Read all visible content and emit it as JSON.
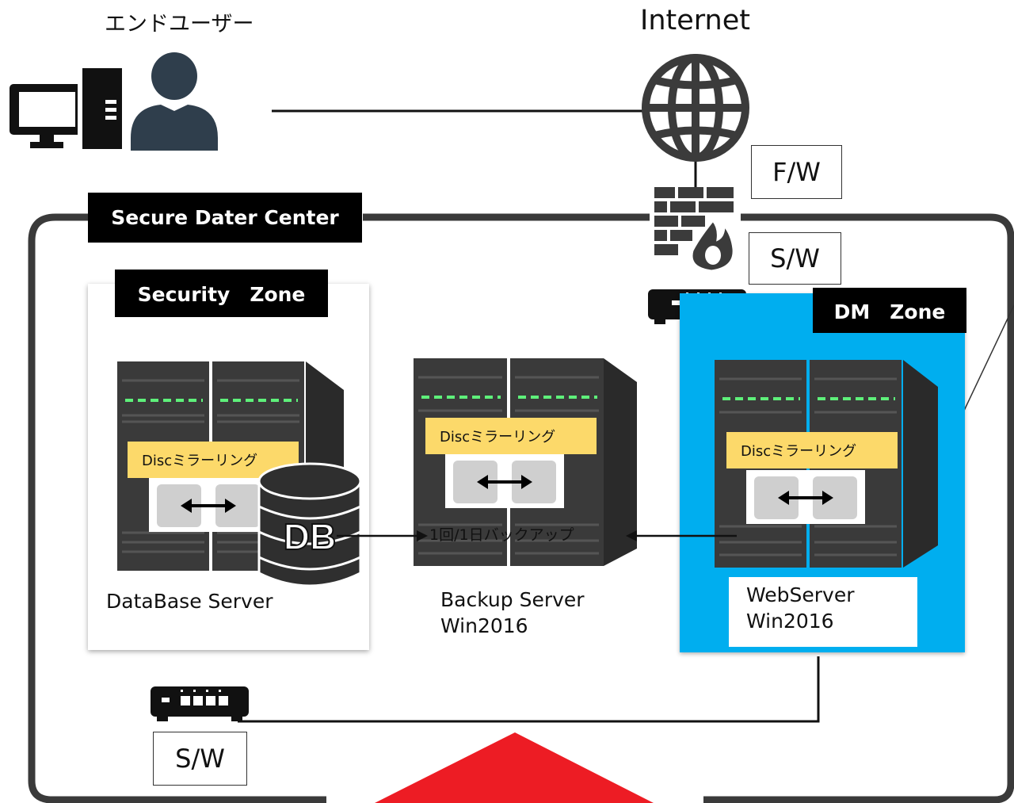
{
  "top": {
    "end_user_label": "エンドユーザー",
    "internet_label": "Internet"
  },
  "labels": {
    "firewall": "F/W",
    "switch_top": "S/W",
    "switch_bottom": "S/W"
  },
  "datacenter": {
    "title": "Secure Dater Center"
  },
  "zones": {
    "security": "Security　Zone",
    "dm": "DM　Zone"
  },
  "servers": {
    "database": {
      "mirror_label": "Discミラーリング",
      "name": "DataBase Server",
      "db_badge": "DB"
    },
    "backup": {
      "mirror_label": "Discミラーリング",
      "name_line1": "Backup Server",
      "name_line2": "Win2016"
    },
    "web": {
      "mirror_label": "Discミラーリング",
      "name_line1": "WebServer",
      "name_line2": "Win2016"
    }
  },
  "flows": {
    "backup_label": "1回/1日バックアップ"
  },
  "colors": {
    "dm_zone": "#00aeef",
    "alert_triangle": "#ed1c24",
    "mirror_label_bg": "#fcd96a"
  }
}
